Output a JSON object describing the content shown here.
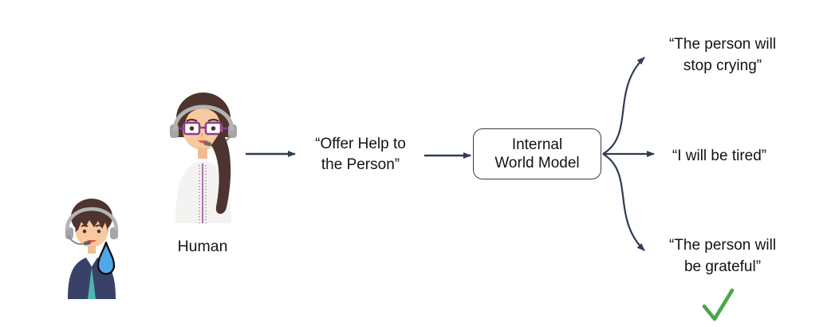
{
  "scene": {
    "background": "#ffffff",
    "text_color": "#131313"
  },
  "colors": {
    "arrow": "#2F3C52",
    "box_border": "#3D3D3D",
    "check_green": "#47A84B",
    "tear_blue": "#4FA8E8"
  },
  "crying_person": {
    "icon": "crying-person-avatar",
    "tear_icon": "tear-icon"
  },
  "human": {
    "label": "Human",
    "icon": "support-agent-avatar"
  },
  "action": {
    "line1": "“Offer Help to",
    "line2": "the Person”"
  },
  "model_box": {
    "line1": "Internal",
    "line2": "World Model"
  },
  "outcomes": {
    "top": {
      "line1": "“The person will",
      "line2": "stop crying”"
    },
    "middle": {
      "line1": "“I will be tired”"
    },
    "bottom": {
      "line1": "“The person will",
      "line2": "be grateful”",
      "status_icon": "checkmark"
    }
  }
}
